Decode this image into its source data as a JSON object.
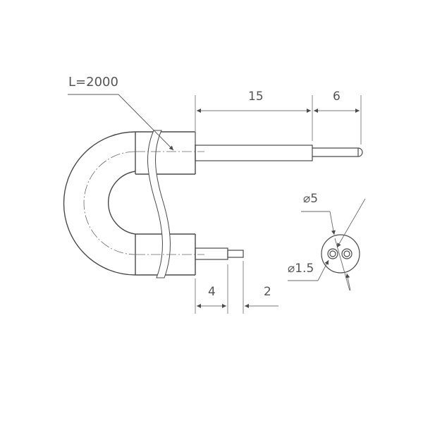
{
  "drawing": {
    "title": "U-shaped cable with connector pins (technical drawing)",
    "line_color": "#4a4a4a",
    "dim_color": "#7a7a7a",
    "labels": {
      "length": "L=2000",
      "top_pin_long": "15",
      "top_pin_tip": "6",
      "bottom_pin_long": "4",
      "bottom_pin_tip": "2",
      "outer_diameter": "⌀5",
      "inner_diameter": "⌀1.5"
    }
  }
}
